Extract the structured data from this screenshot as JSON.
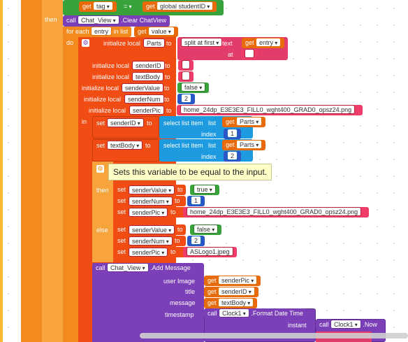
{
  "blocks": {
    "top": {
      "get_tag": "get",
      "tag_var": "tag",
      "eq": "=",
      "get_global": "get",
      "global_var": "global studentID"
    },
    "then_label": "then",
    "call_clear": {
      "call": "call",
      "component": "Chat_View",
      "method": ".Clear ChatView"
    },
    "foreach": {
      "label": "for each",
      "var": "entry",
      "in_list": "in list",
      "get": "get",
      "list_var": "value"
    },
    "do_label": "do",
    "init_parts": {
      "label": "initialize local",
      "var": "Parts",
      "to": "to",
      "split": "split at first",
      "text": "text",
      "get": "get",
      "text_var": "entry",
      "at": "at",
      "at_val": " "
    },
    "init_sender_id": {
      "label": "initialize local",
      "var": "senderID",
      "to": "to",
      "val": " "
    },
    "init_text_body": {
      "label": "initialize local",
      "var": "textBody",
      "to": "to",
      "val": " "
    },
    "init_sender_value": {
      "label": "initialize local",
      "var": "senderValue",
      "to": "to",
      "val": "false"
    },
    "init_sender_num": {
      "label": "initialize local",
      "var": "senderNum",
      "to": "to",
      "val": "2"
    },
    "init_sender_pic": {
      "label": "initialize local",
      "var": "senderPic",
      "to": "to",
      "val": "home_24dp_E3E3E3_FILL0_wght400_GRAD0_opsz24.png"
    },
    "in_label": "in",
    "set_sender_id": {
      "set": "set",
      "var": "senderID",
      "to": "to",
      "select": "select list item",
      "list": "list",
      "get": "get",
      "list_var": "Parts",
      "index": "index",
      "index_val": "1"
    },
    "set_text_body": {
      "set": "set",
      "var": "textBody",
      "to": "to",
      "select": "select list item",
      "list": "list",
      "get": "get",
      "list_var": "Parts",
      "index": "index",
      "index_val": "2"
    },
    "tooltip": "Sets this variable to be equal to the input.",
    "if_then": {
      "then": "then",
      "rows": [
        {
          "set": "set",
          "var": "senderValue",
          "to": "to",
          "val": "true"
        },
        {
          "set": "set",
          "var": "senderNum",
          "to": "to",
          "val": "1"
        },
        {
          "set": "set",
          "var": "senderPic",
          "to": "to",
          "val": "home_24dp_E3E3E3_FILL0_wght400_GRAD0_opsz24.png"
        }
      ]
    },
    "if_else": {
      "else": "else",
      "rows": [
        {
          "set": "set",
          "var": "senderValue",
          "to": "to",
          "val": "false"
        },
        {
          "set": "set",
          "var": "senderNum",
          "to": "to",
          "val": "2"
        },
        {
          "set": "set",
          "var": "senderPic",
          "to": "to",
          "val": "ASLogo1.jpeg"
        }
      ]
    },
    "add_message": {
      "call": "call",
      "component": "Chat_View",
      "method": ".Add Message",
      "user_image": "user Image",
      "title": "title",
      "message": "message",
      "timestamp": "timestamp",
      "get": "get",
      "v_pic": "senderPic",
      "v_id": "senderID",
      "v_body": "textBody"
    },
    "format_dt": {
      "call": "call",
      "component": "Clock1",
      "method": ".Format Date Time",
      "instant": "instant"
    },
    "now": {
      "call": "call",
      "component": "Clock1",
      "method": ".Now"
    }
  }
}
